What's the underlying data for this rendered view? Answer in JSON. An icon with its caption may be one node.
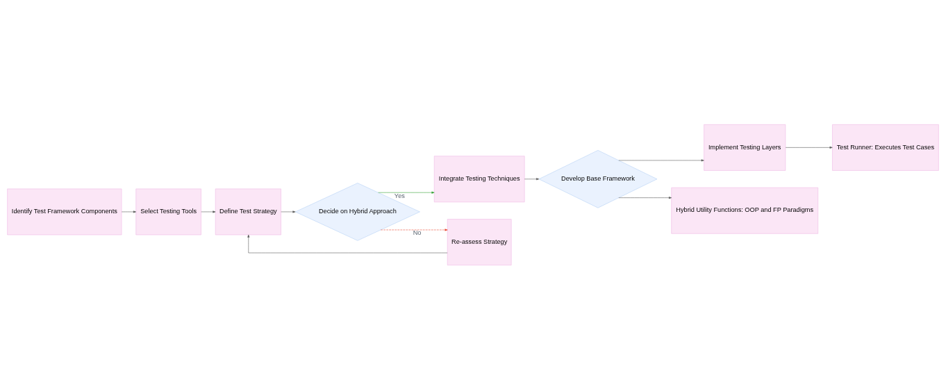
{
  "diagram": {
    "nodes": [
      {
        "text": [
          "Identify Test Framework Components"
        ]
      },
      {
        "text": [
          "Select Testing Tools"
        ]
      },
      {
        "text": [
          "Define Test Strategy"
        ]
      },
      {
        "text": [
          "Decide on Hybrid Approach"
        ]
      },
      {
        "text": [
          "Integrate Testing Techniques"
        ]
      },
      {
        "text": [
          "Develop Base Framework"
        ]
      },
      {
        "text": [
          "Implement Testing Layers"
        ]
      },
      {
        "text": [
          "Test Runner: Executes Test Cases"
        ]
      },
      {
        "text": [
          "Re-assess Strategy"
        ]
      },
      {
        "text": [
          "Hybrid Utility Functions: OOP and FP Paradigms"
        ]
      }
    ],
    "edges": [
      {
        "from": 0,
        "to": 1,
        "arrow": "to"
      },
      {
        "from": 1,
        "to": 2,
        "arrow": "to"
      },
      {
        "from": 2,
        "to": 3,
        "arrow": "to"
      },
      {
        "from": 3,
        "to": 4,
        "arrow": "to",
        "label": "Yes",
        "color": "#2e9e2e"
      },
      {
        "from": 4,
        "to": 5,
        "arrow": "to"
      },
      {
        "from": 5,
        "to": 6,
        "arrow": "to"
      },
      {
        "from": 6,
        "to": 7,
        "arrow": "to"
      },
      {
        "from": 3,
        "to": 8,
        "arrow": "to",
        "label": "No",
        "style": "dashed",
        "color": "#e8402a"
      },
      {
        "from": 8,
        "to": 2,
        "arrow": "to"
      },
      {
        "from": 5,
        "to": 9,
        "arrow": "to"
      }
    ]
  }
}
